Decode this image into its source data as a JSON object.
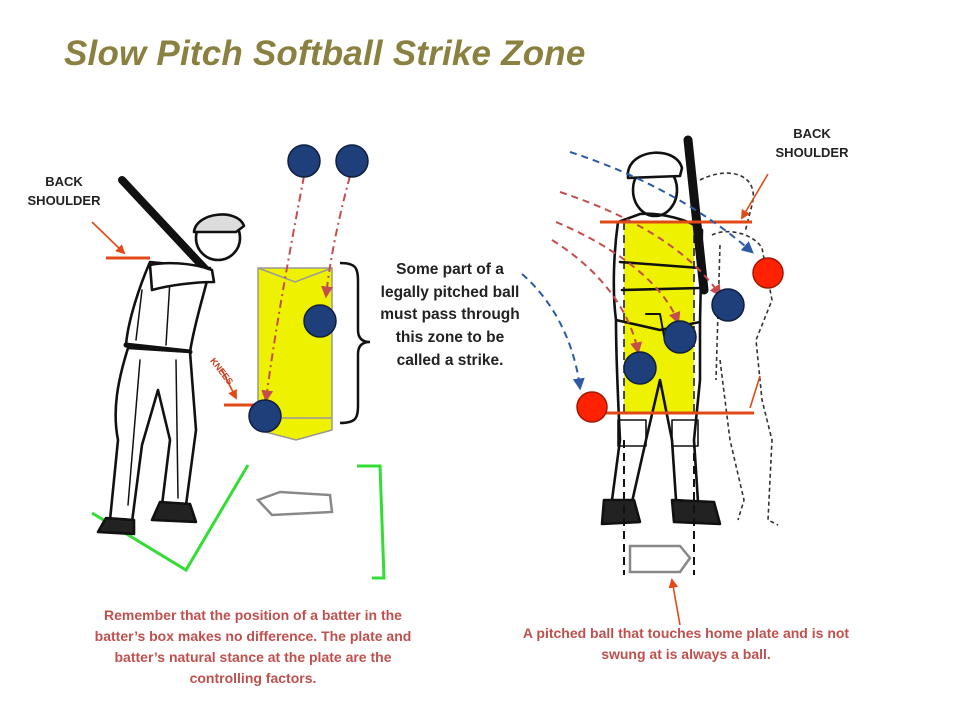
{
  "title": "Slow Pitch Softball Strike Zone",
  "left_panel": {
    "back_shoulder_label": "BACK\nSHOULDER",
    "knees_label": "KNEES",
    "caption": "Remember that the position of a batter in the batter’s box makes no difference. The plate and batter’s natural stance at the plate are the controlling factors."
  },
  "zone_note": "Some part of a legally pitched ball must pass through this zone to be called a strike.",
  "right_panel": {
    "back_shoulder_label": "BACK\nSHOULDER",
    "caption": "A pitched ball that touches home plate and is not swung at is always a ball."
  },
  "colors": {
    "strike_zone": "#eef200",
    "ball_in_zone": "#1f3f7a",
    "ball_outside": "#ff2200",
    "marker_line": "#e14a17",
    "pitch_red_path": "#c44d4d",
    "pitch_blue_path": "#2d5aa6",
    "batters_box": "#33dd33",
    "title": "#8a8040",
    "caption": "#c0504d"
  }
}
